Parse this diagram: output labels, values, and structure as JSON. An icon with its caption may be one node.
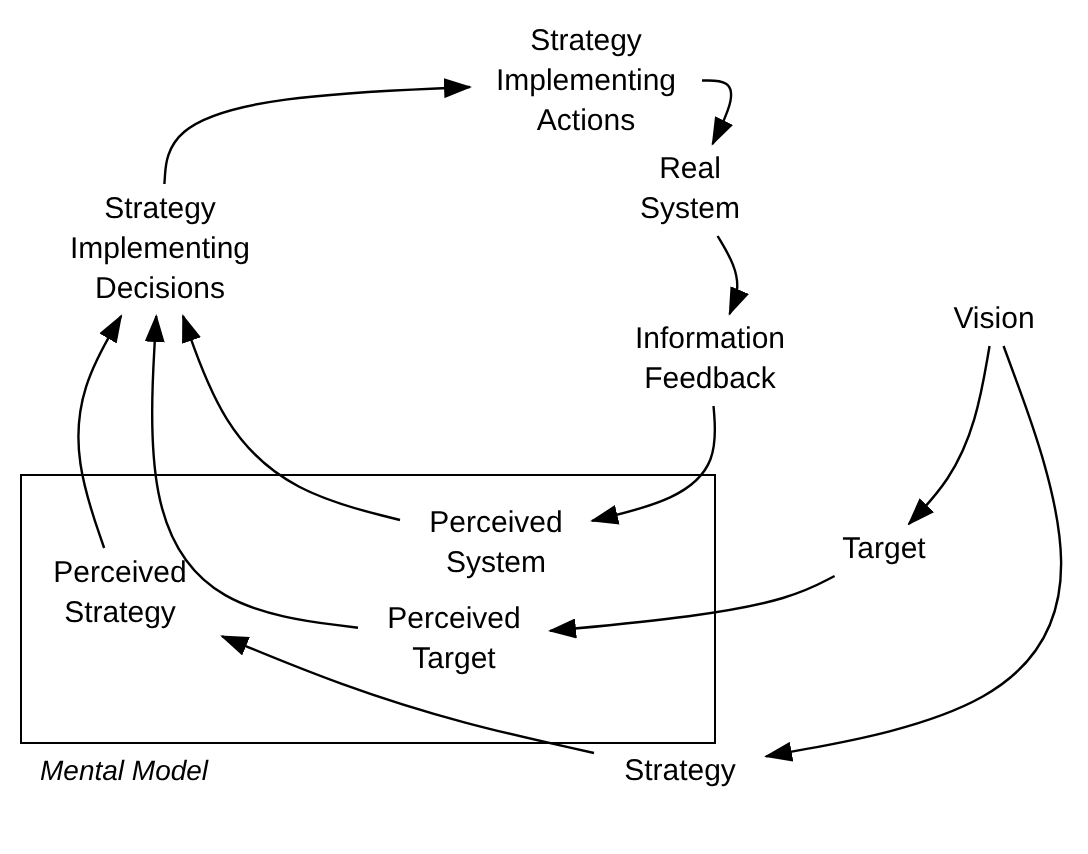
{
  "diagram": {
    "nodes": [
      {
        "text": [
          "Strategy Implementing Actions"
        ]
      },
      {
        "text": [
          "Real System"
        ]
      },
      {
        "text": [
          "Strategy Implementing Decisions"
        ]
      },
      {
        "text": [
          "Vision"
        ]
      },
      {
        "text": [
          "Information Feedback"
        ]
      },
      {
        "text": [
          "Mental Model"
        ]
      },
      {
        "text": [
          "Perceived System"
        ],
        "in": 5
      },
      {
        "text": [
          "Target"
        ]
      },
      {
        "text": [
          "Perceived Strategy"
        ],
        "in": 5
      },
      {
        "text": [
          "Perceived Target"
        ],
        "in": 5
      },
      {
        "text": [
          "Strategy"
        ]
      }
    ],
    "edges": [
      {
        "from": 0,
        "to": 1,
        "arrow": "to"
      },
      {
        "from": 1,
        "to": 4,
        "arrow": "to"
      },
      {
        "from": 4,
        "to": 6,
        "arrow": "to"
      },
      {
        "from": 6,
        "to": 2,
        "arrow": "to"
      },
      {
        "from": 9,
        "to": 2,
        "arrow": "to"
      },
      {
        "from": 8,
        "to": 2,
        "arrow": "to"
      },
      {
        "from": 2,
        "to": 0,
        "arrow": "to"
      },
      {
        "from": 3,
        "to": 7,
        "arrow": "to"
      },
      {
        "from": 3,
        "to": 10,
        "arrow": "to"
      },
      {
        "from": 7,
        "to": 9,
        "arrow": "to"
      },
      {
        "from": 10,
        "to": 8,
        "arrow": "to"
      }
    ]
  }
}
